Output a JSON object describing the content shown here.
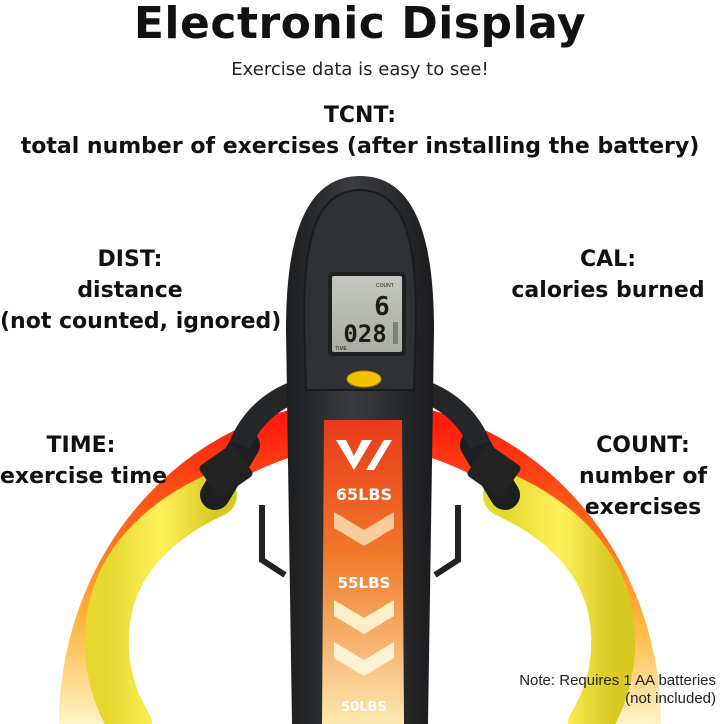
{
  "title": "Electronic Display",
  "subtitle": "Exercise data is easy to see!",
  "labels": {
    "tcnt": {
      "name": "TCNT:",
      "desc": "total number of exercises (after installing the battery)"
    },
    "dist": {
      "name": "DIST:",
      "desc1": "distance",
      "desc2": "(not counted, ignored)"
    },
    "cal": {
      "name": "CAL:",
      "desc": "calories burned"
    },
    "time": {
      "name": "TIME:",
      "desc": "exercise time"
    },
    "count": {
      "name": "COUNT:",
      "desc1": "number of",
      "desc2": "exercises"
    }
  },
  "lcd": {
    "mode_label": "COUNT",
    "value_top": "6",
    "value_bottom": "028",
    "corner_label": "TIME"
  },
  "weights": [
    "65LBS",
    "55LBS",
    "50LBS"
  ],
  "note": {
    "line1": "Note: Requires 1 AA batteries",
    "line2": "(not included)"
  },
  "colors": {
    "arc_top": "#ff2a10",
    "arc_mid": "#ff7a1e",
    "arc_bottom": "#ffe9a8",
    "device_body": "#2b2d2f",
    "handle": "#f0e63a",
    "panel_red": "#e8401c",
    "button": "#f2c200",
    "lcd_screen": "#b9bcb2"
  },
  "icons": [
    "brand-logo-icon",
    "chevron-icon"
  ]
}
